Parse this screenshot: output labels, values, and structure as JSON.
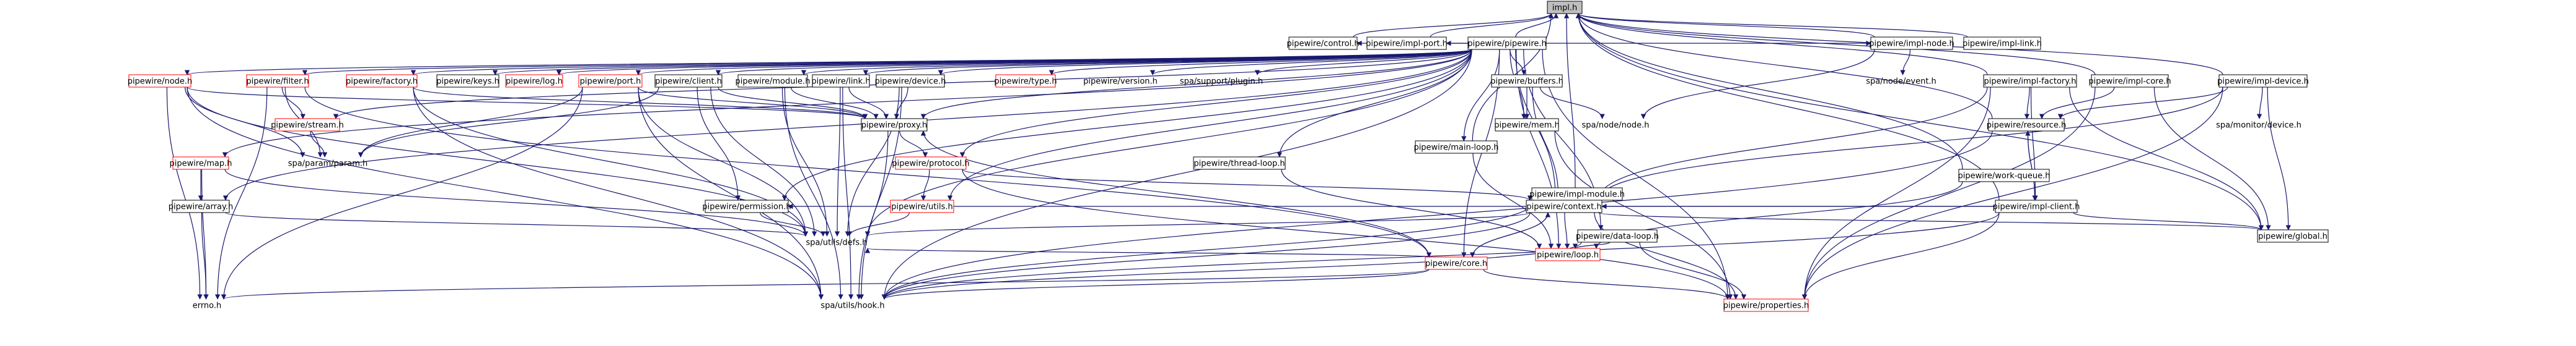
{
  "diagram": {
    "nodes": [
      {
        "id": "impl_h",
        "label": "impl.h",
        "style": "focus"
      },
      {
        "id": "control_h",
        "label": "pipewire/control.h",
        "style": "box"
      },
      {
        "id": "impl_port_h",
        "label": "pipewire/impl-port.h",
        "style": "box"
      },
      {
        "id": "pipewire_h",
        "label": "pipewire/pipewire.h",
        "style": "box"
      },
      {
        "id": "impl_node_h",
        "label": "pipewire/impl-node.h",
        "style": "box"
      },
      {
        "id": "impl_link_h",
        "label": "pipewire/impl-link.h",
        "style": "box"
      },
      {
        "id": "node_h",
        "label": "pipewire/node.h",
        "style": "red"
      },
      {
        "id": "filter_h",
        "label": "pipewire/filter.h",
        "style": "red"
      },
      {
        "id": "factory_h",
        "label": "pipewire/factory.h",
        "style": "red"
      },
      {
        "id": "keys_h",
        "label": "pipewire/keys.h",
        "style": "box"
      },
      {
        "id": "log_h",
        "label": "pipewire/log.h",
        "style": "red"
      },
      {
        "id": "port_h",
        "label": "pipewire/port.h",
        "style": "red"
      },
      {
        "id": "client_h",
        "label": "pipewire/client.h",
        "style": "box"
      },
      {
        "id": "module_h",
        "label": "pipewire/module.h",
        "style": "box"
      },
      {
        "id": "link_h",
        "label": "pipewire/link.h",
        "style": "box"
      },
      {
        "id": "device_h",
        "label": "pipewire/device.h",
        "style": "box"
      },
      {
        "id": "type_h",
        "label": "pipewire/type.h",
        "style": "red"
      },
      {
        "id": "version_h",
        "label": "pipewire/version.h",
        "style": "plain"
      },
      {
        "id": "plugin_h",
        "label": "spa/support/plugin.h",
        "style": "plain"
      },
      {
        "id": "buffers_h",
        "label": "pipewire/buffers.h",
        "style": "box"
      },
      {
        "id": "event_h",
        "label": "spa/node/event.h",
        "style": "plain"
      },
      {
        "id": "impl_factory_h",
        "label": "pipewire/impl-factory.h",
        "style": "box"
      },
      {
        "id": "impl_core_h",
        "label": "pipewire/impl-core.h",
        "style": "box"
      },
      {
        "id": "impl_device_h",
        "label": "pipewire/impl-device.h",
        "style": "box"
      },
      {
        "id": "stream_h",
        "label": "pipewire/stream.h",
        "style": "red"
      },
      {
        "id": "proxy_h",
        "label": "pipewire/proxy.h",
        "style": "box"
      },
      {
        "id": "main_loop_h",
        "label": "pipewire/main-loop.h",
        "style": "box"
      },
      {
        "id": "mem_h",
        "label": "pipewire/mem.h",
        "style": "box"
      },
      {
        "id": "spa_node_h",
        "label": "spa/node/node.h",
        "style": "plain"
      },
      {
        "id": "resource_h",
        "label": "pipewire/resource.h",
        "style": "box"
      },
      {
        "id": "monitor_device_h",
        "label": "spa/monitor/device.h",
        "style": "plain"
      },
      {
        "id": "map_h",
        "label": "pipewire/map.h",
        "style": "red"
      },
      {
        "id": "param_h",
        "label": "spa/param/param.h",
        "style": "plain"
      },
      {
        "id": "protocol_h",
        "label": "pipewire/protocol.h",
        "style": "red"
      },
      {
        "id": "thread_loop_h",
        "label": "pipewire/thread-loop.h",
        "style": "box"
      },
      {
        "id": "impl_module_h",
        "label": "pipewire/impl-module.h",
        "style": "box"
      },
      {
        "id": "work_queue_h",
        "label": "pipewire/work-queue.h",
        "style": "box"
      },
      {
        "id": "impl_client_h",
        "label": "pipewire/impl-client.h",
        "style": "box"
      },
      {
        "id": "array_h",
        "label": "pipewire/array.h",
        "style": "box"
      },
      {
        "id": "permission_h",
        "label": "pipewire/permission.h",
        "style": "box"
      },
      {
        "id": "utils_h",
        "label": "pipewire/utils.h",
        "style": "red"
      },
      {
        "id": "context_h",
        "label": "pipewire/context.h",
        "style": "box"
      },
      {
        "id": "data_loop_h",
        "label": "pipewire/data-loop.h",
        "style": "box"
      },
      {
        "id": "global_h",
        "label": "pipewire/global.h",
        "style": "box"
      },
      {
        "id": "defs_h",
        "label": "spa/utils/defs.h",
        "style": "plain"
      },
      {
        "id": "loop_h",
        "label": "pipewire/loop.h",
        "style": "red"
      },
      {
        "id": "core_h",
        "label": "pipewire/core.h",
        "style": "red"
      },
      {
        "id": "errno_h",
        "label": "errno.h",
        "style": "plain"
      },
      {
        "id": "hook_h",
        "label": "spa/utils/hook.h",
        "style": "plain"
      },
      {
        "id": "properties_h",
        "label": "pipewire/properties.h",
        "style": "red"
      }
    ]
  }
}
